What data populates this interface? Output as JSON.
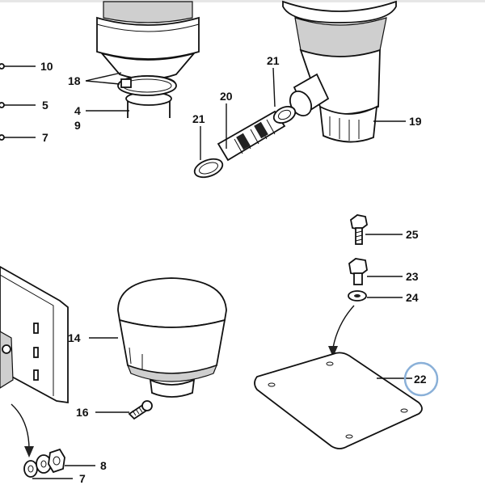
{
  "callouts": {
    "c10": "10",
    "c18": "18",
    "c5": "5",
    "c4": "4",
    "c9": "9",
    "c7a": "7",
    "c21a": "21",
    "c20": "20",
    "c21b": "21",
    "c19": "19",
    "c25": "25",
    "c23": "23",
    "c24": "24",
    "c14": "14",
    "c22": "22",
    "c16": "16",
    "c8": "8",
    "c7b": "7"
  },
  "highlight_color": "#8ab0d8"
}
